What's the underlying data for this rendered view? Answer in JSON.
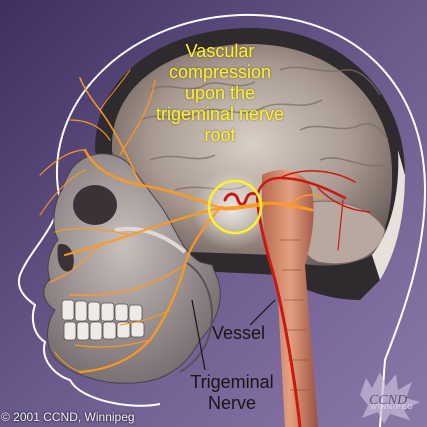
{
  "annotation": {
    "lines": [
      "Vascular",
      "compression",
      "upon the",
      "trigeminal nerve",
      "root"
    ],
    "color": "#fff22a"
  },
  "labels": {
    "vessel": "Vessel",
    "nerve_line1": "Trigeminal",
    "nerve_line2": "Nerve"
  },
  "credit": "© 2001 CCND, Winnipeg",
  "watermark": {
    "logo_text": "CCND",
    "sub_text": "WINNIPEG"
  },
  "colors": {
    "background": "#5a4a78",
    "nerve": "#ff9a20",
    "vessel": "#c81a12",
    "callout_circle": "#fff22a"
  }
}
